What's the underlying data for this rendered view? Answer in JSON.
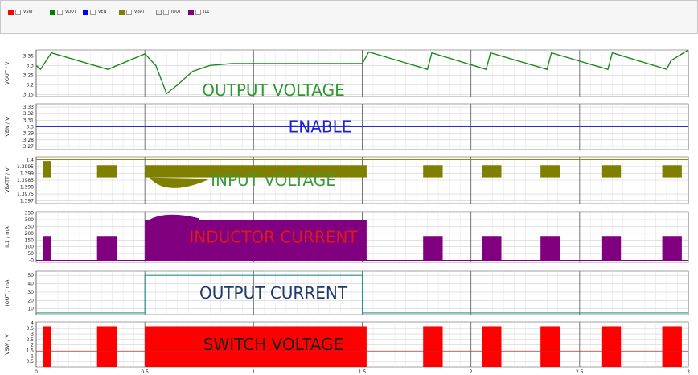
{
  "legend": [
    {
      "label": "VSW",
      "color": "#ff0000"
    },
    {
      "label": "VOUT",
      "color": "#008000"
    },
    {
      "label": "VEN",
      "color": "#0000ff"
    },
    {
      "label": "VBATT",
      "color": "#808000"
    },
    {
      "label": "IOUT",
      "color": "#2a6f8f"
    },
    {
      "label": "IL1",
      "color": "#800080"
    }
  ],
  "chart_data": [
    {
      "type": "line",
      "series": [
        {
          "name": "VOUT",
          "color": "#1a8c1a",
          "x": [
            0,
            0.02,
            0.07,
            0.33,
            0.5,
            0.55,
            0.6,
            0.65,
            0.72,
            0.8,
            0.9,
            1.0,
            1.2,
            1.5,
            1.53,
            1.8,
            1.82,
            2.07,
            2.09,
            2.35,
            2.37,
            2.63,
            2.65,
            2.9,
            2.92,
            3.0
          ],
          "y": [
            3.3,
            3.28,
            3.365,
            3.28,
            3.36,
            3.3,
            3.155,
            3.2,
            3.27,
            3.3,
            3.31,
            3.31,
            3.31,
            3.31,
            3.37,
            3.28,
            3.365,
            3.28,
            3.365,
            3.28,
            3.365,
            3.28,
            3.365,
            3.28,
            3.325,
            3.38
          ]
        }
      ],
      "ylabel": "VOUT / V",
      "yticks": [
        "3.35",
        "3.3",
        "3.25",
        "3.2",
        "3.15"
      ],
      "ylim": [
        3.14,
        3.38
      ],
      "annotation": "OUTPUT VOLTAGE"
    },
    {
      "type": "line",
      "series": [
        {
          "name": "VEN",
          "color": "#2b2bd6",
          "x": [
            0,
            3.0
          ],
          "y": [
            3.3,
            3.3
          ]
        }
      ],
      "ylabel": "VEN / V",
      "yticks": [
        "3.33",
        "3.32",
        "3.31",
        "3.3",
        "3.29",
        "3.28",
        "3.27"
      ],
      "ylim": [
        3.265,
        3.335
      ],
      "annotation": "ENABLE"
    },
    {
      "type": "area",
      "series": [
        {
          "name": "VBATT",
          "color": "#808000",
          "bursts": [
            [
              0.03,
              0.07
            ],
            [
              0.28,
              0.37
            ],
            [
              0.5,
              1.52
            ],
            [
              1.78,
              1.87
            ],
            [
              2.05,
              2.14
            ],
            [
              2.32,
              2.41
            ],
            [
              2.6,
              2.69
            ],
            [
              2.88,
              2.97
            ]
          ],
          "band": [
            1.3987,
            1.3996
          ],
          "rest": 1.4
        }
      ],
      "ylabel": "VBATT / V",
      "yticks": [
        "1.4",
        "1.3995",
        "1.399",
        "1.3985",
        "1.398",
        "1.3975",
        "1.397"
      ],
      "ylim": [
        1.3968,
        1.4002
      ],
      "annotation": "INPUT VOLTAGE"
    },
    {
      "type": "area",
      "series": [
        {
          "name": "IL1",
          "color": "#800080",
          "bursts": [
            [
              0.03,
              0.07
            ],
            [
              0.28,
              0.37
            ],
            [
              0.5,
              1.52
            ],
            [
              1.78,
              1.87
            ],
            [
              2.05,
              2.14
            ],
            [
              2.32,
              2.41
            ],
            [
              2.6,
              2.69
            ],
            [
              2.88,
              2.97
            ]
          ],
          "peak": 180,
          "peak_main": 300,
          "rest": 0
        }
      ],
      "ylabel": "IL1 / mA",
      "yticks": [
        "350",
        "300",
        "250",
        "200",
        "150",
        "100",
        "50",
        "-0"
      ],
      "ylim": [
        -15,
        360
      ],
      "annotation": "INDUCTOR CURRENT"
    },
    {
      "type": "line",
      "series": [
        {
          "name": "IOUT",
          "color": "#2a8f8f",
          "x": [
            0,
            0.5,
            0.5,
            1.5,
            1.5,
            3.0
          ],
          "y": [
            5,
            5,
            50,
            50,
            5,
            5
          ]
        }
      ],
      "ylabel": "IOUT / mA",
      "yticks": [
        "50",
        "40",
        "30",
        "20",
        "10"
      ],
      "ylim": [
        3,
        55
      ],
      "annotation": "OUTPUT CURRENT"
    },
    {
      "type": "area",
      "series": [
        {
          "name": "VSW",
          "color": "#ff0000",
          "bursts": [
            [
              0.03,
              0.07
            ],
            [
              0.28,
              0.37
            ],
            [
              0.5,
              1.52
            ],
            [
              1.78,
              1.87
            ],
            [
              2.05,
              2.14
            ],
            [
              2.32,
              2.41
            ],
            [
              2.6,
              2.69
            ],
            [
              2.88,
              2.97
            ]
          ],
          "high": 3.7,
          "avg": 1.4
        }
      ],
      "ylabel": "VSW / V",
      "yticks": [
        "4",
        "3.5",
        "3",
        "2.5",
        "2",
        "1.5",
        "1",
        "0.5"
      ],
      "ylim": [
        0,
        4.1
      ],
      "annotation": "SWITCH VOLTAGE"
    }
  ],
  "xaxis": {
    "ticks": [
      "0",
      "0.5",
      "1",
      "1.5",
      "2",
      "2.5",
      "3"
    ],
    "xlim": [
      0,
      3.0
    ],
    "grid": true
  }
}
